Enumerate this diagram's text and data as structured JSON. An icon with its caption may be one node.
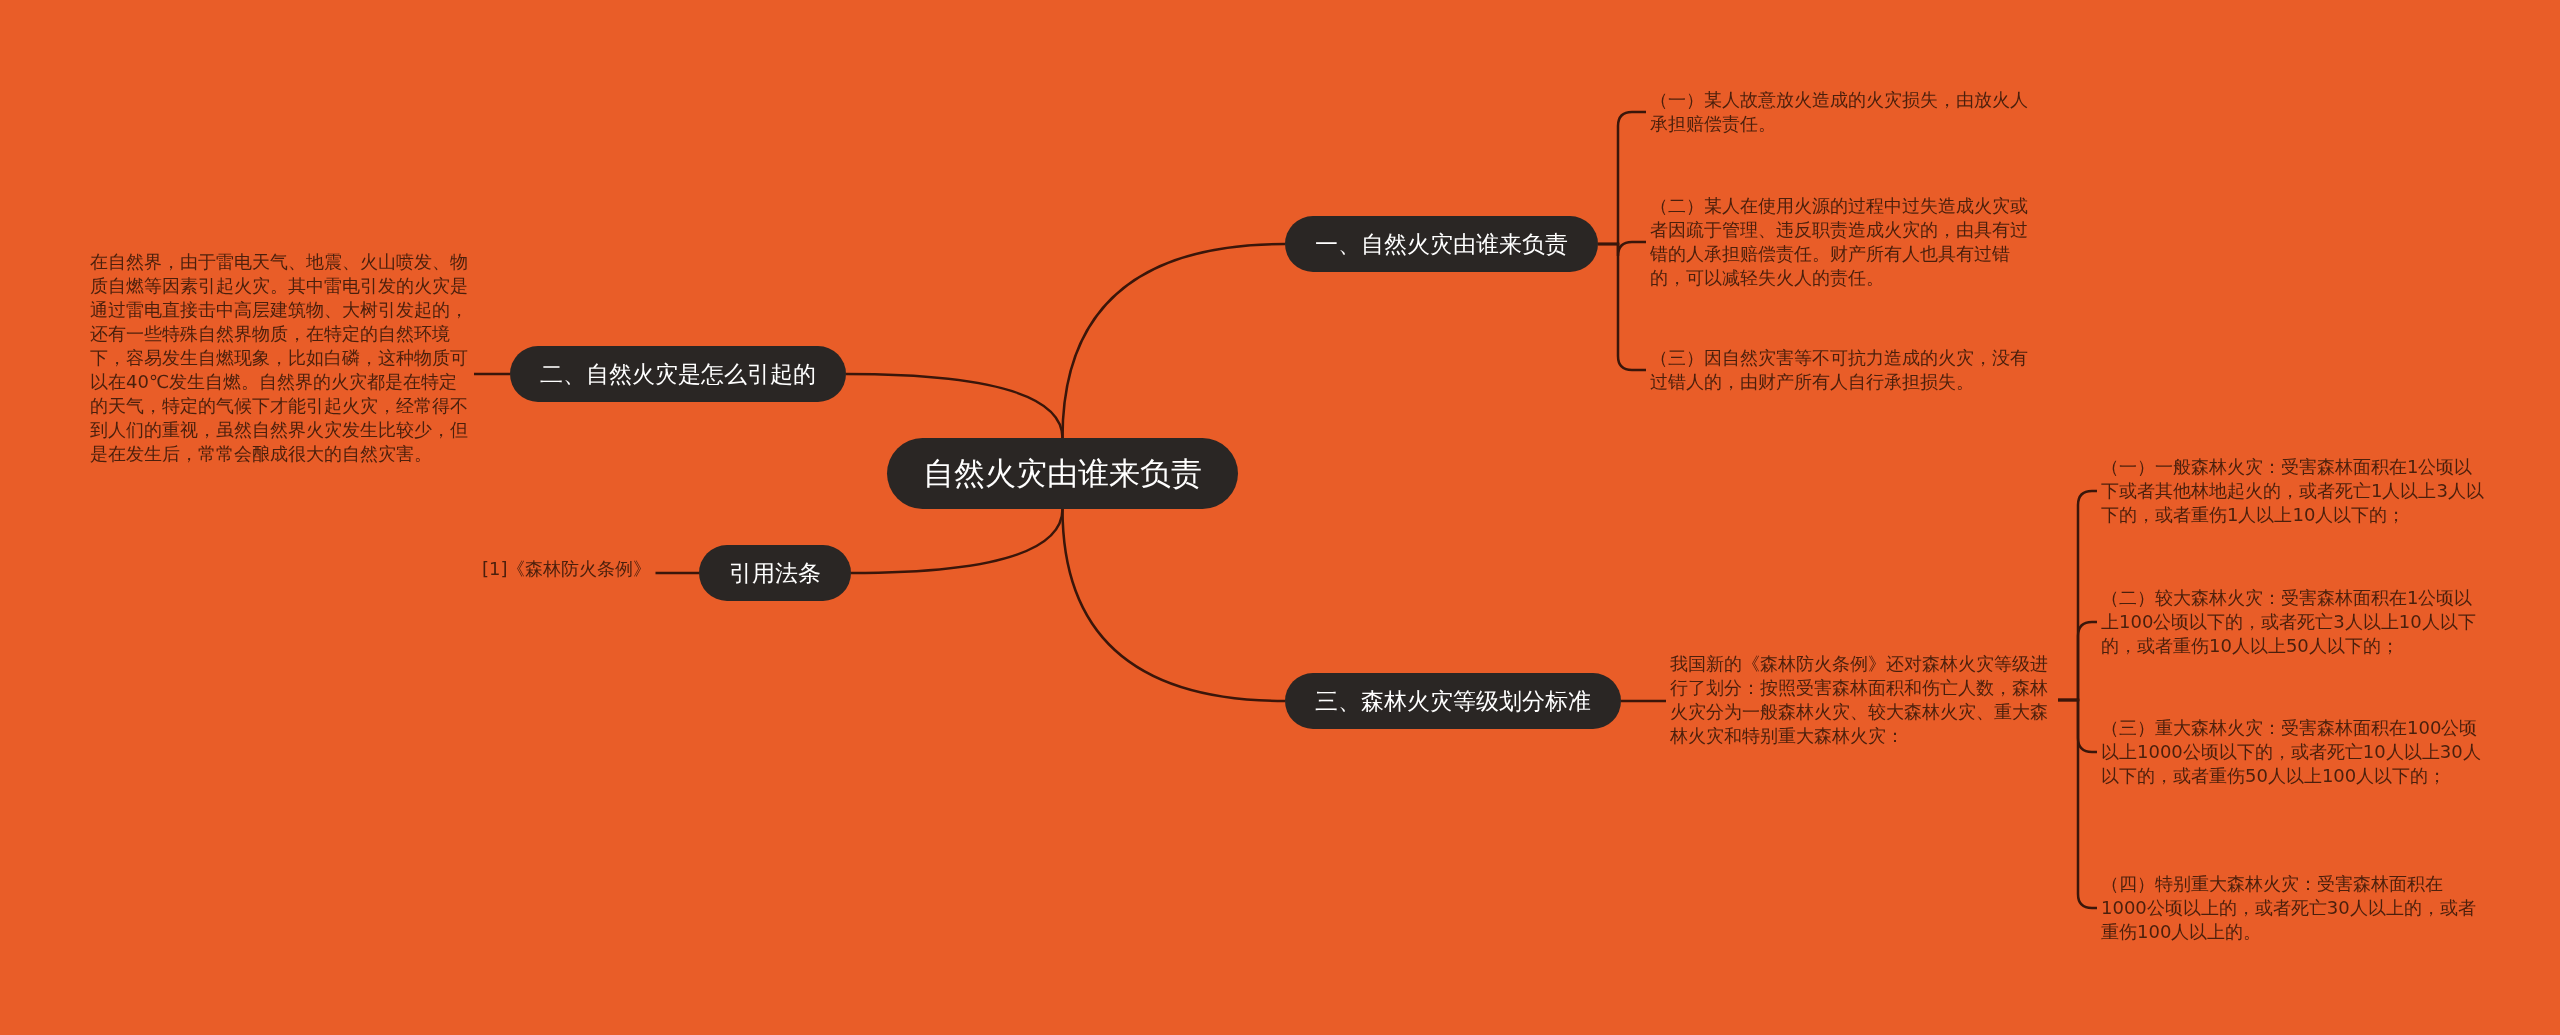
{
  "diagram": {
    "nodes": [
      {
        "text": [
          "自然火灾由谁来负责"
        ]
      },
      {
        "text": [
          "一、自然火灾由谁来负责"
        ]
      },
      {
        "text": [
          "（一）某人故意放火造成的火灾损失，由放火人承担赔偿责任。"
        ]
      },
      {
        "text": [
          "（二）某人在使用火源的过程中过失造成火灾或者因疏于管理、违反职责造成火灾的，由具有过错的人承担赔偿责任。财产所有人也具有过错的，可以减轻失火人的责任。"
        ]
      },
      {
        "text": [
          "（三）因自然灾害等不可抗力造成的火灾，没有过错人的，由财产所有人自行承担损失。"
        ]
      },
      {
        "text": [
          "二、自然火灾是怎么引起的"
        ]
      },
      {
        "text": [
          "在自然界，由于雷电天气、地震、火山喷发、物质自燃等因素引起火灾。其中雷电引发的火灾是通过雷电直接击中高层建筑物、大树引发起的，还有一些特殊自然界物质，在特定的自然环境下，容易发生自燃现象，比如白磷，这种物质可以在40℃发生自燃。自然界的火灾都是在特定的天气，特定的气候下才能引起火灾，经常得不到人们的重视，虽然自然界火灾发生比较少，但是在发生后，常常会酿成很大的自然灾害。"
        ]
      },
      {
        "text": [
          "引用法条"
        ]
      },
      {
        "text": [
          "[1]《森林防火条例》"
        ]
      },
      {
        "text": [
          "三、森林火灾等级划分标准"
        ]
      },
      {
        "text": [
          "我国新的《森林防火条例》还对森林火灾等级进行了划分：按照受害森林面积和伤亡人数，森林火灾分为一般森林火灾、较大森林火灾、重大森林火灾和特别重大森林火灾："
        ]
      },
      {
        "text": [
          "（一）一般森林火灾：受害森林面积在1公顷以下或者其他林地起火的，或者死亡1人以上3人以下的，或者重伤1人以上10人以下的；"
        ]
      },
      {
        "text": [
          "（二）较大森林火灾：受害森林面积在1公顷以上100公顷以下的，或者死亡3人以上10人以下的，或者重伤10人以上50人以下的；"
        ]
      },
      {
        "text": [
          "（三）重大森林火灾：受害森林面积在100公顷以上1000公顷以下的，或者死亡10人以上30人以下的，或者重伤50人以上100人以下的；"
        ]
      },
      {
        "text": [
          "（四）特别重大森林火灾：受害森林面积在1000公顷以上的，或者死亡30人以上的，或者重伤100人以上的。"
        ]
      }
    ],
    "edges": [
      {
        "from": 0,
        "to": 1,
        "arrow": "none"
      },
      {
        "from": 1,
        "to": 2,
        "arrow": "none"
      },
      {
        "from": 1,
        "to": 3,
        "arrow": "none"
      },
      {
        "from": 1,
        "to": 4,
        "arrow": "none"
      },
      {
        "from": 0,
        "to": 5,
        "arrow": "none"
      },
      {
        "from": 5,
        "to": 6,
        "arrow": "none"
      },
      {
        "from": 0,
        "to": 7,
        "arrow": "none"
      },
      {
        "from": 7,
        "to": 8,
        "arrow": "none"
      },
      {
        "from": 0,
        "to": 9,
        "arrow": "none"
      },
      {
        "from": 9,
        "to": 10,
        "arrow": "none"
      },
      {
        "from": 10,
        "to": 11,
        "arrow": "none"
      },
      {
        "from": 10,
        "to": 12,
        "arrow": "none"
      },
      {
        "from": 10,
        "to": 13,
        "arrow": "none"
      },
      {
        "from": 10,
        "to": 14,
        "arrow": "none"
      }
    ]
  }
}
